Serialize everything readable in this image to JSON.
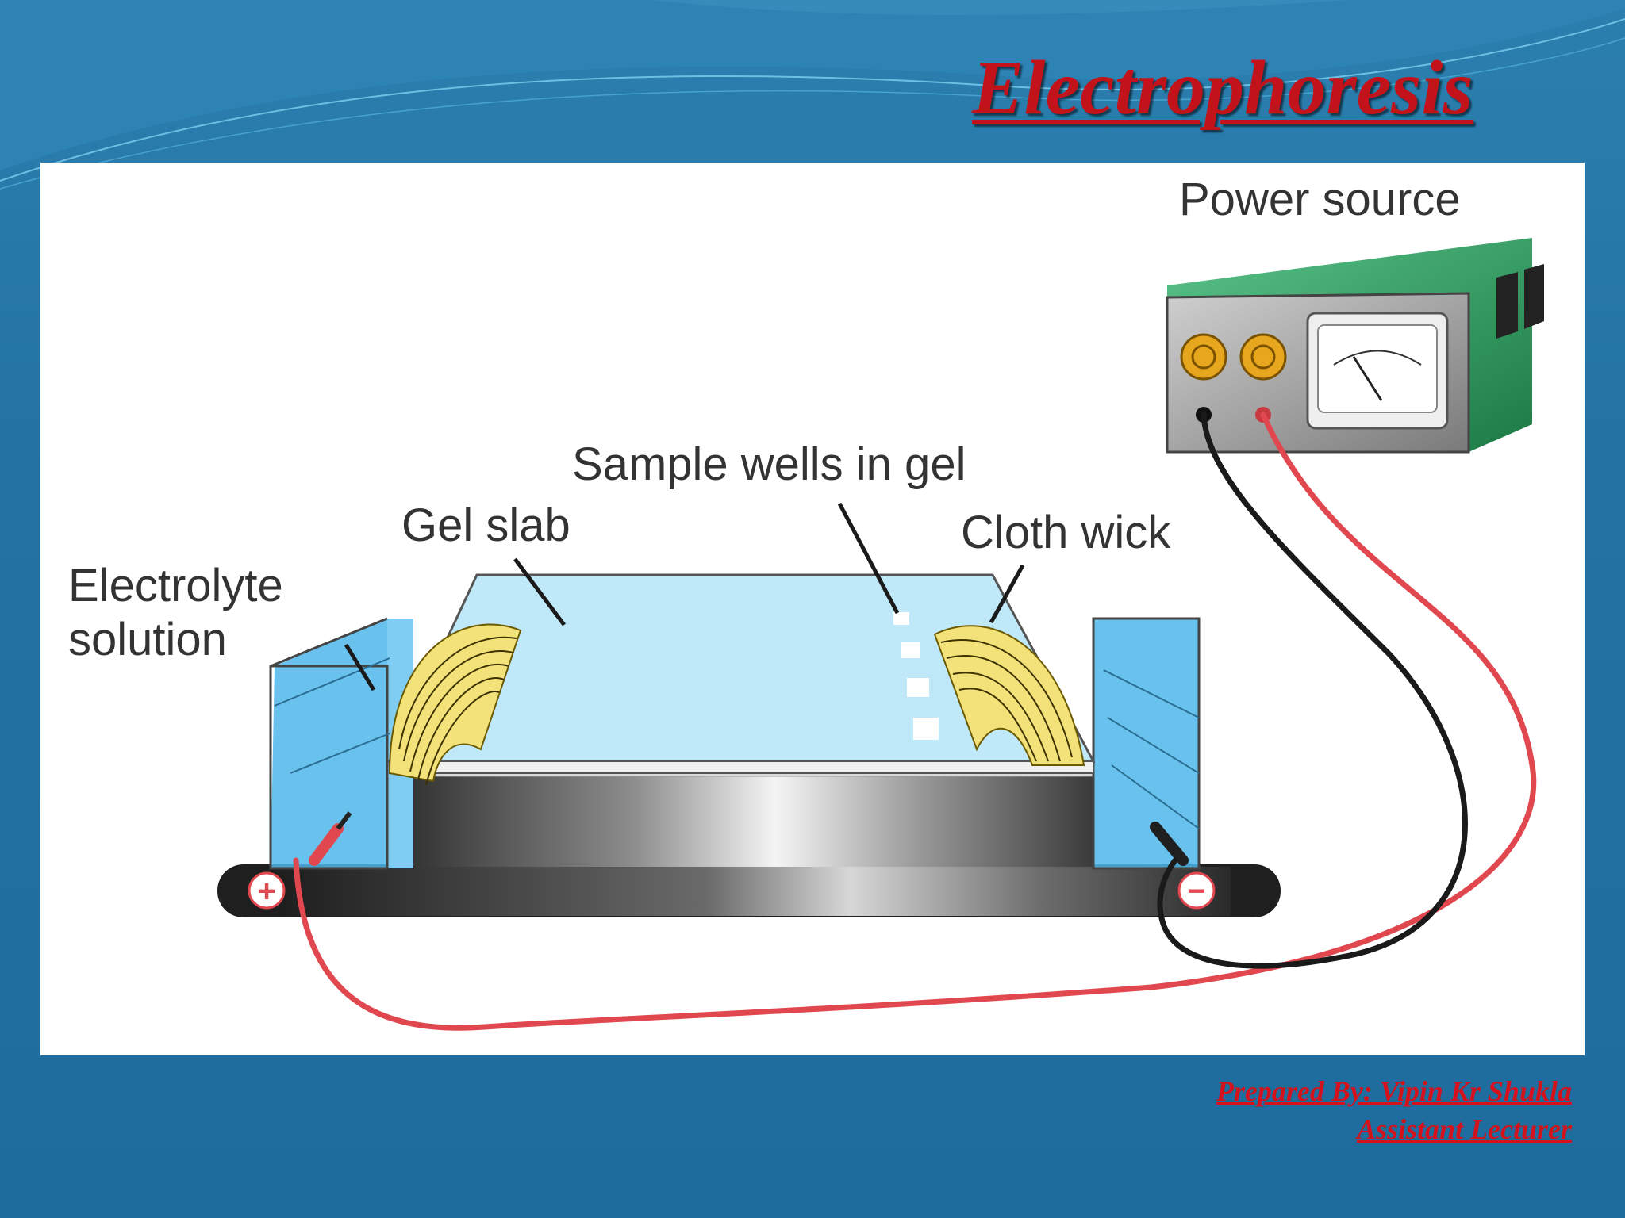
{
  "slide": {
    "title": "Electrophoresis",
    "credit_line1": "Prepared By: Vipin Kr Shukla",
    "credit_line2": "Assistant Lecturer"
  },
  "diagram": {
    "labels": {
      "power_source": "Power source",
      "sample_wells": "Sample wells in gel",
      "gel_slab": "Gel slab",
      "cloth_wick": "Cloth wick",
      "electrolyte_line1": "Electrolyte",
      "electrolyte_line2": "solution"
    },
    "terminals": {
      "positive": "+",
      "negative": "−"
    },
    "colors": {
      "title": "#c2131a",
      "background": "#2272a3",
      "electrolyte": "#4fb6ea",
      "gel": "#bfe8f8",
      "wick": "#f3e27a",
      "power_source_body": "#2f9a5a",
      "lead_positive": "#e0474e",
      "lead_negative": "#1a1a1a"
    }
  }
}
